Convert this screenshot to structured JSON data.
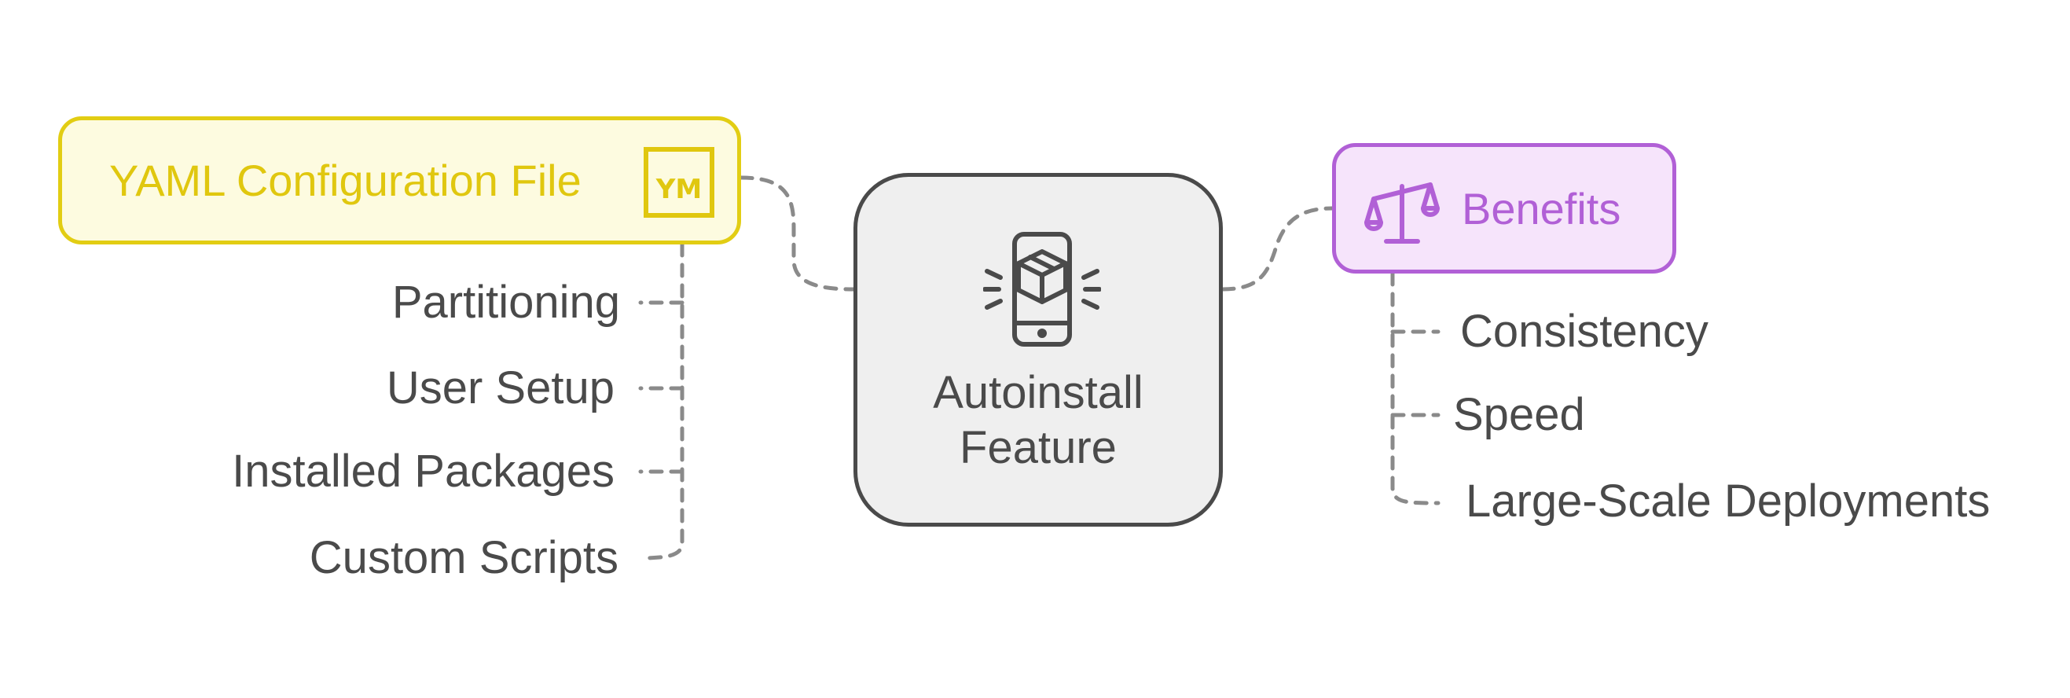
{
  "nodes": {
    "yaml": {
      "title": "YAML Configuration File",
      "icon": "yaml-file-icon",
      "border_color": "#e2cd13",
      "fill_color": "#fdfbe0"
    },
    "center": {
      "line1": "Autoinstall",
      "line2": "Feature",
      "icon": "mobile-package-icon",
      "border_color": "#4a4a4a",
      "fill_color": "#efefef"
    },
    "benefits": {
      "title": "Benefits",
      "icon": "balance-scale-icon",
      "border_color": "#b160d6",
      "fill_color": "#f6e4fb"
    }
  },
  "yaml_items": [
    "Partitioning",
    "User Setup",
    "Installed Packages",
    "Custom Scripts"
  ],
  "benefit_items": [
    "Consistency",
    "Speed",
    "Large-Scale Deployments"
  ],
  "connector_color": "#8a8a8a"
}
